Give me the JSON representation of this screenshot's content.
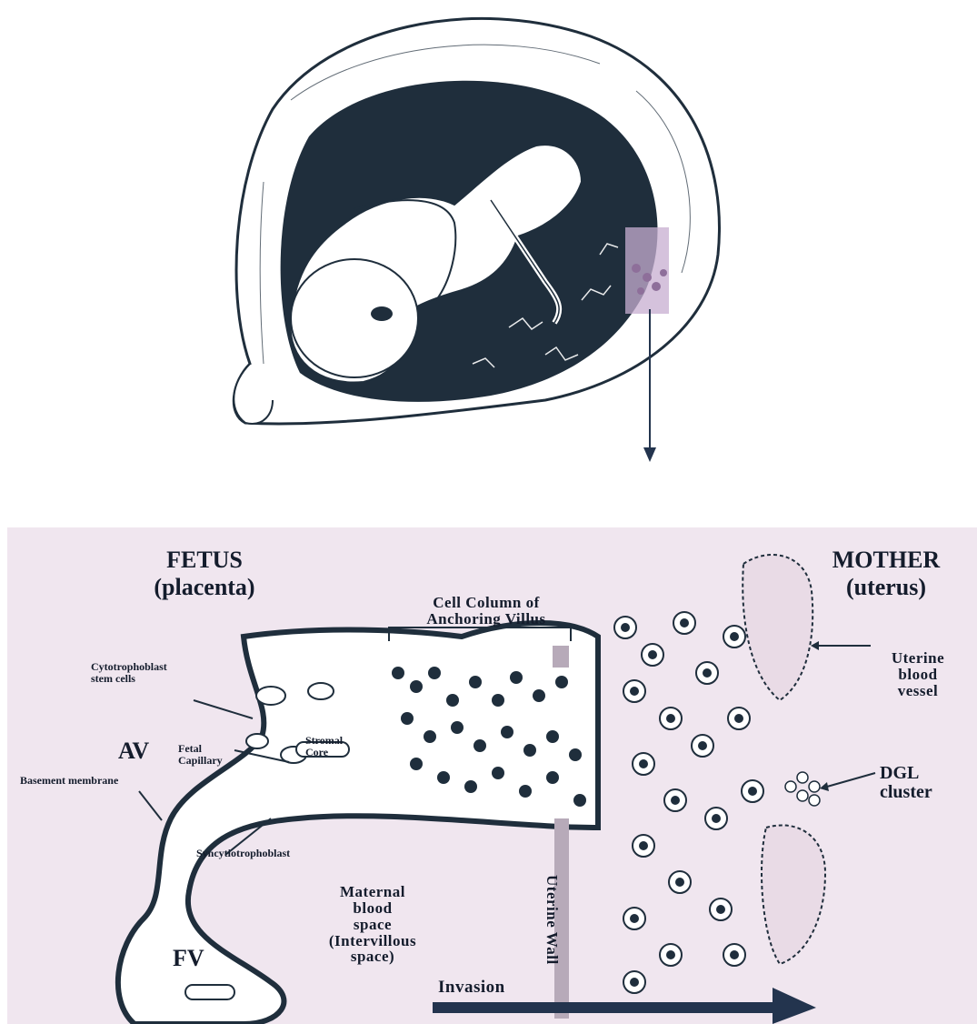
{
  "colors": {
    "ink": "#1f2e3c",
    "panel_background": "#f0e6ef",
    "highlight": "#c7aed0",
    "uterine_wall_band": "#b7aab9",
    "arrow": "#23344e"
  },
  "labels": {
    "fetus_title": "FETUS",
    "fetus_subtitle": "(placenta)",
    "mother_title": "MOTHER",
    "mother_subtitle": "(uterus)",
    "cell_column": "Cell Column of\nAnchoring Villus",
    "cytotrophoblast": "Cytotrophoblast\nstem cells",
    "av": "AV",
    "fetal_capillary": "Fetal\nCapillary",
    "stromal_core": "Stromal\nCore",
    "basement_membrane": "Basement membrane",
    "syncytiotrophoblast": "Syncytiotrophoblast",
    "fv": "FV",
    "maternal_blood_space": "Maternal\nblood\nspace\n(Intervillous\nspace)",
    "uterine_wall": "Uterine Wall",
    "invasion": "Invasion",
    "uterine_blood_vessel": "Uterine\nblood\nvessel",
    "dgl_cluster": "DGL\ncluster"
  }
}
